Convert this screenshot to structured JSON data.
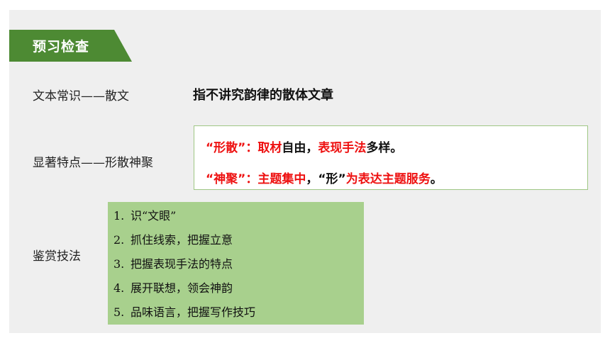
{
  "header": {
    "tag_label": "预习检查"
  },
  "rows": {
    "text_knowledge_label": "文本常识——散文",
    "definition": "指不讲究韵律的散体文章",
    "features_label": "显著特点——形散神聚",
    "appreciation_label": "鉴赏技法"
  },
  "traits": {
    "line1": {
      "quote": "“形散”",
      "colon": "：",
      "a": "取材",
      "b": "自由，",
      "c": "表现手法",
      "d": "多样。"
    },
    "line2": {
      "quote": "“神聚”",
      "colon": "：",
      "a": "主题集中",
      "b": "，“形”",
      "c": "为表达主题服务",
      "d": "。"
    }
  },
  "techniques": [
    {
      "num": "1.",
      "text": "识“文眼”"
    },
    {
      "num": "2.",
      "text": "抓住线索，把握立意"
    },
    {
      "num": "3.",
      "text": "把握表现手法的特点"
    },
    {
      "num": "4.",
      "text": "展开联想，领会神韵"
    },
    {
      "num": "5.",
      "text": "品味语言，把握写作技巧"
    }
  ],
  "colors": {
    "tag_green": "#4d8a33",
    "box_green": "#a8d08d",
    "emphasis_red": "#ee1111",
    "background": "#efefef"
  }
}
